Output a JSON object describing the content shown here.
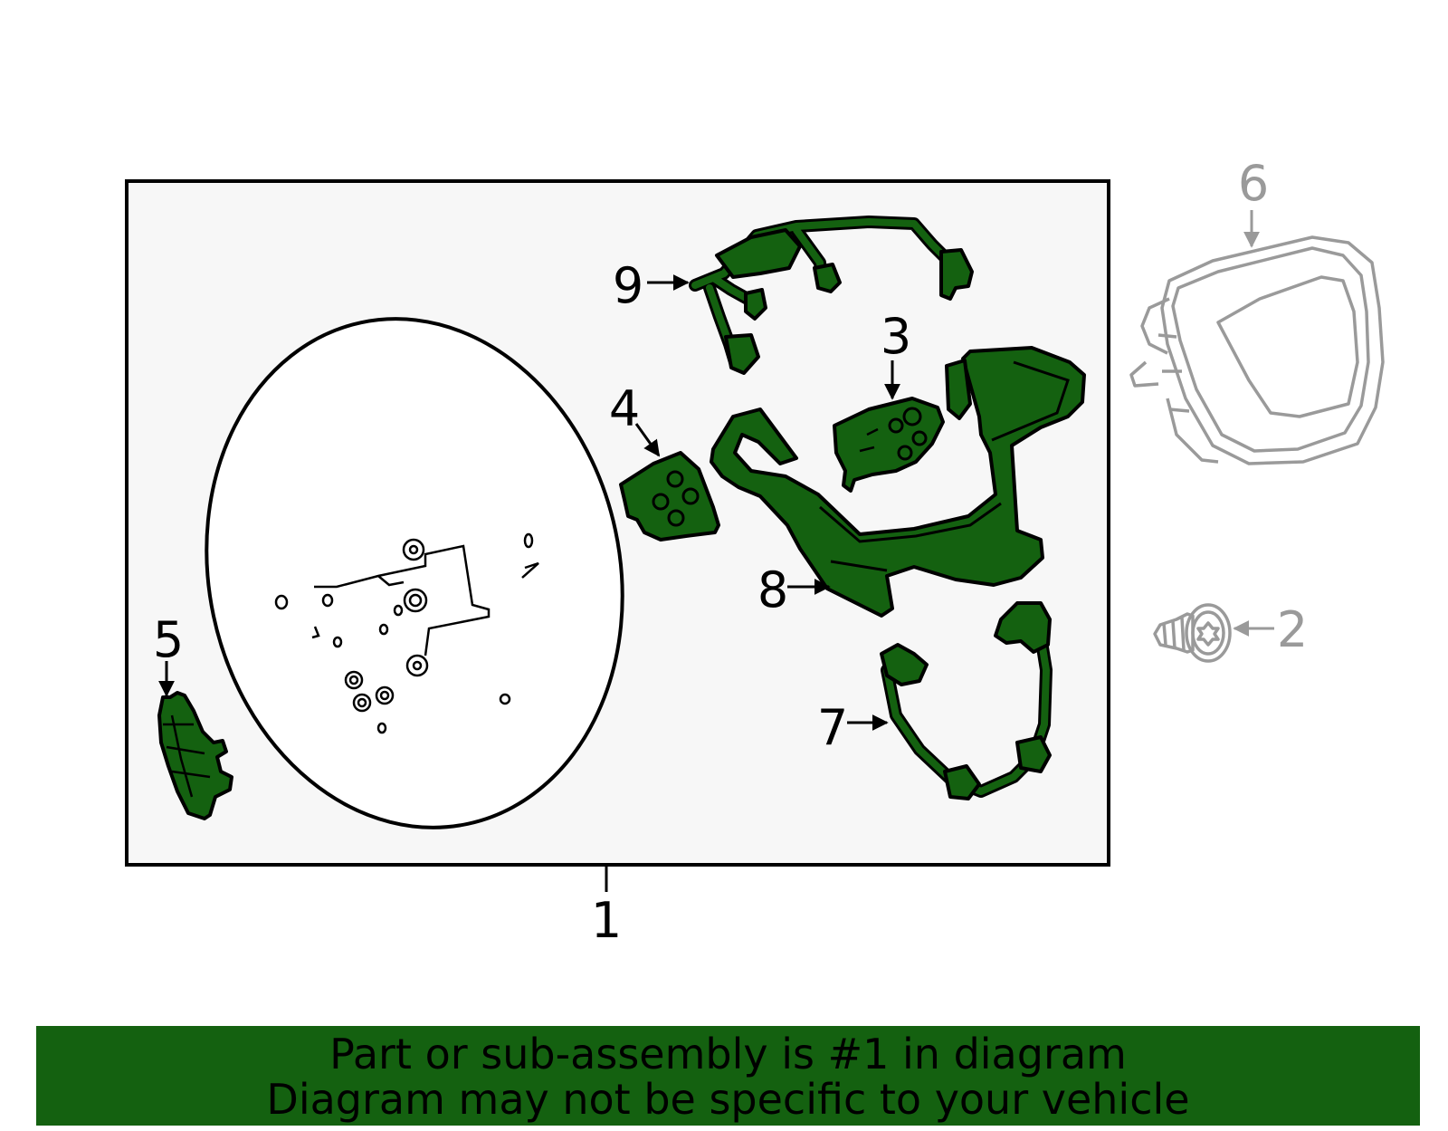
{
  "colors": {
    "highlight": "#146110",
    "panel": "#f7f7f7",
    "inactive": "#9a9a9a"
  },
  "callouts": {
    "c1": "1",
    "c2": "2",
    "c3": "3",
    "c4": "4",
    "c5": "5",
    "c6": "6",
    "c7": "7",
    "c8": "8",
    "c9": "9"
  },
  "banner": {
    "line1": "Part or sub-assembly is #1 in diagram",
    "line2": "Diagram may not be specific to your vehicle"
  }
}
